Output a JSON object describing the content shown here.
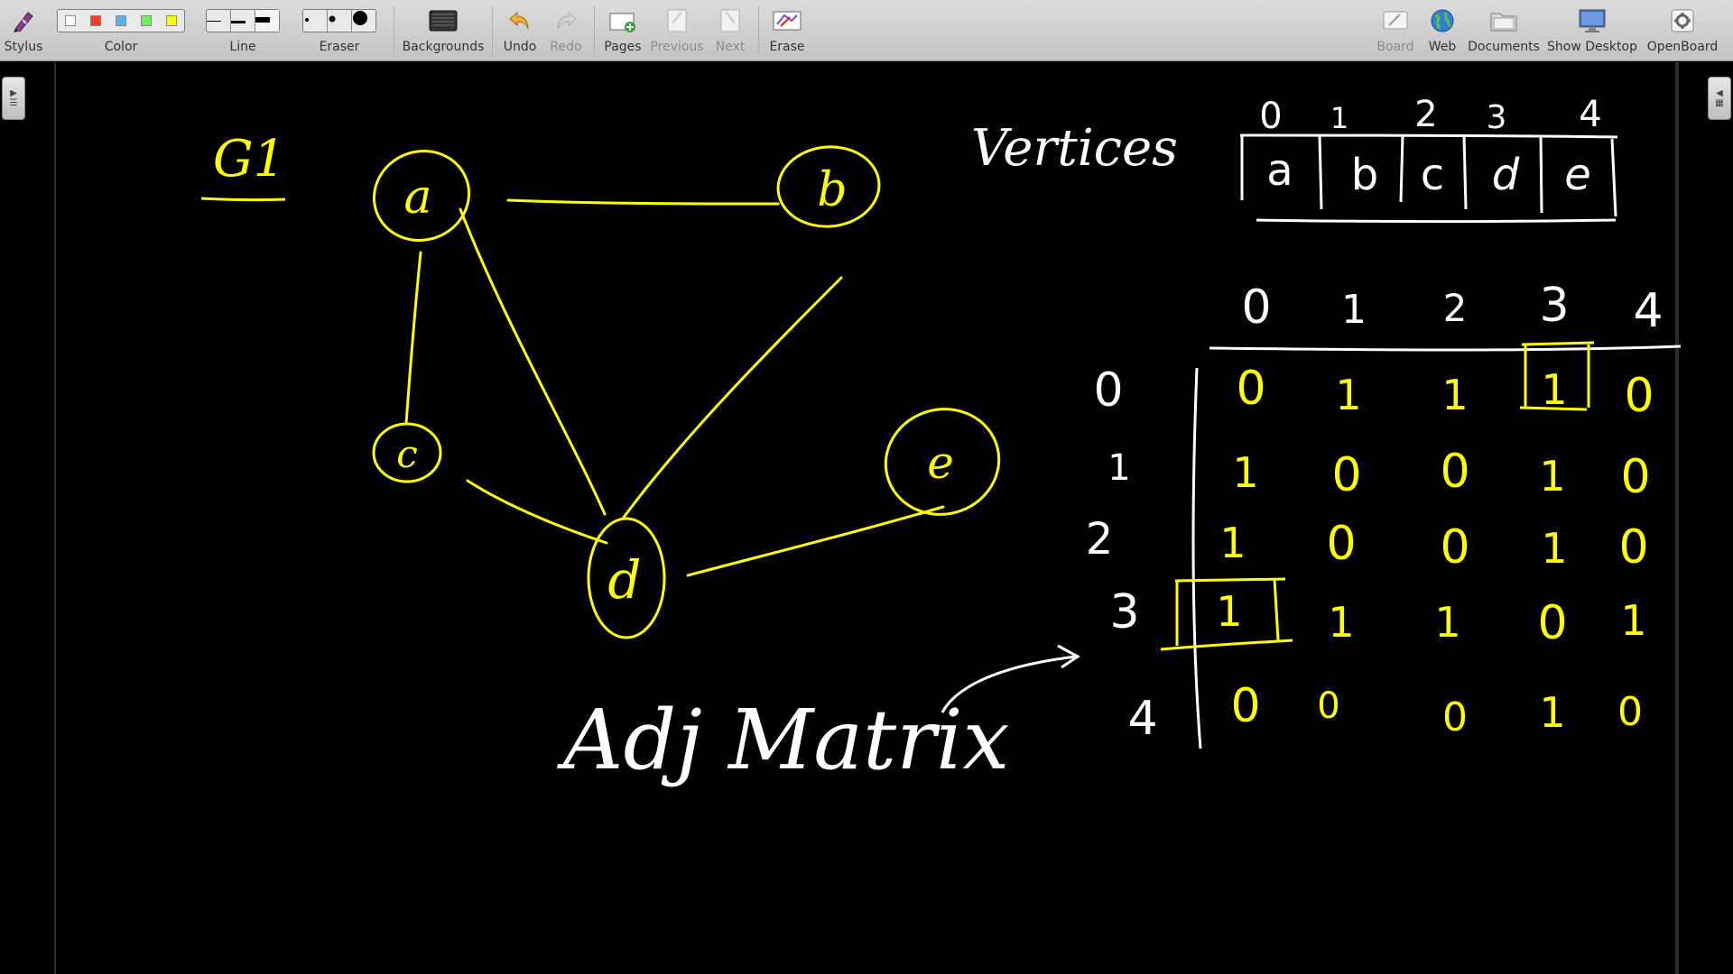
{
  "toolbar": {
    "stylus": "Stylus",
    "color": "Color",
    "line": "Line",
    "eraser": "Eraser",
    "backgrounds": "Backgrounds",
    "undo": "Undo",
    "redo": "Redo",
    "pages": "Pages",
    "previous": "Previous",
    "next": "Next",
    "erase": "Erase",
    "board": "Board",
    "web": "Web",
    "documents": "Documents",
    "show_desktop": "Show Desktop",
    "openboard": "OpenBoard"
  },
  "palette_colors": [
    "#ffffff",
    "#ff3b1f",
    "#5ab4f0",
    "#6ef05a",
    "#ffff00"
  ],
  "ink_colors": {
    "yellow": "#ffff00",
    "white": "#ffffff"
  },
  "whiteboard": {
    "graph_title": "G1",
    "nodes": [
      "a",
      "b",
      "c",
      "d",
      "e"
    ],
    "vertices_label": "Vertices",
    "vertex_indices": [
      "0",
      "1",
      "2",
      "3",
      "4"
    ],
    "vertex_array": [
      "a",
      "b",
      "c",
      "d",
      "e"
    ],
    "matrix_col_headers": [
      "0",
      "1",
      "2",
      "3",
      "4"
    ],
    "matrix_row_headers": [
      "0",
      "1",
      "2",
      "3",
      "4"
    ],
    "matrix": [
      [
        "0",
        "1",
        "1",
        "1",
        "0"
      ],
      [
        "1",
        "0",
        "0",
        "1",
        "0"
      ],
      [
        "1",
        "0",
        "0",
        "1",
        "0"
      ],
      [
        "1",
        "1",
        "1",
        "0",
        "1"
      ],
      [
        "0",
        "0",
        "0",
        "1",
        "0"
      ]
    ],
    "caption": "Adj Matrix"
  }
}
